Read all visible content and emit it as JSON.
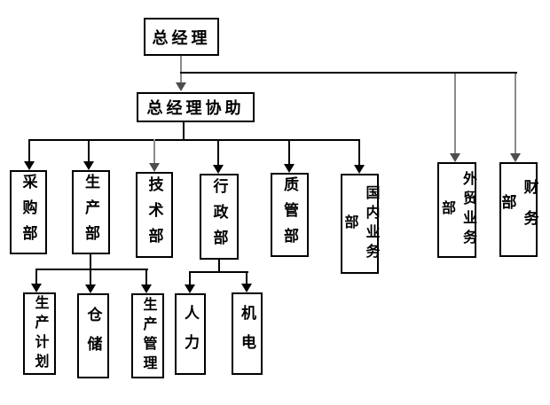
{
  "diagram": {
    "type": "org-chart",
    "background_color": "#ffffff",
    "line_color": "#000000",
    "gray_line_color": "#8a8a8a",
    "box_border_color": "#000000",
    "text_color": "#000000",
    "nodes": {
      "gm": {
        "label": "总经理"
      },
      "assistant": {
        "label": "总经理协助"
      },
      "purchasing": {
        "label": "采购部"
      },
      "production": {
        "label": "生产部"
      },
      "technology": {
        "label": "技术部"
      },
      "administration": {
        "label": "行政部"
      },
      "quality": {
        "label": "质管部"
      },
      "domestic": {
        "label": "国内业务部"
      },
      "foreign": {
        "label": "外贸业务部"
      },
      "finance": {
        "label": "财务部"
      },
      "prodplan": {
        "label": "生产计划"
      },
      "warehouse": {
        "label": "仓储"
      },
      "prodmgmt": {
        "label": "生产管理"
      },
      "hr": {
        "label": "人力"
      },
      "mech": {
        "label": "机电"
      }
    },
    "edges": [
      {
        "from": "总经理",
        "to": "总经理协助"
      },
      {
        "from": "总经理",
        "to": "外贸业务部"
      },
      {
        "from": "总经理",
        "to": "财务部"
      },
      {
        "from": "总经理协助",
        "to": "采购部"
      },
      {
        "from": "总经理协助",
        "to": "生产部"
      },
      {
        "from": "总经理协助",
        "to": "技术部"
      },
      {
        "from": "总经理协助",
        "to": "行政部"
      },
      {
        "from": "总经理协助",
        "to": "质管部"
      },
      {
        "from": "总经理协助",
        "to": "国内业务部"
      },
      {
        "from": "生产部",
        "to": "生产计划"
      },
      {
        "from": "生产部",
        "to": "仓储"
      },
      {
        "from": "生产部",
        "to": "生产管理"
      },
      {
        "from": "行政部",
        "to": "人力"
      },
      {
        "from": "行政部",
        "to": "机电"
      }
    ]
  }
}
